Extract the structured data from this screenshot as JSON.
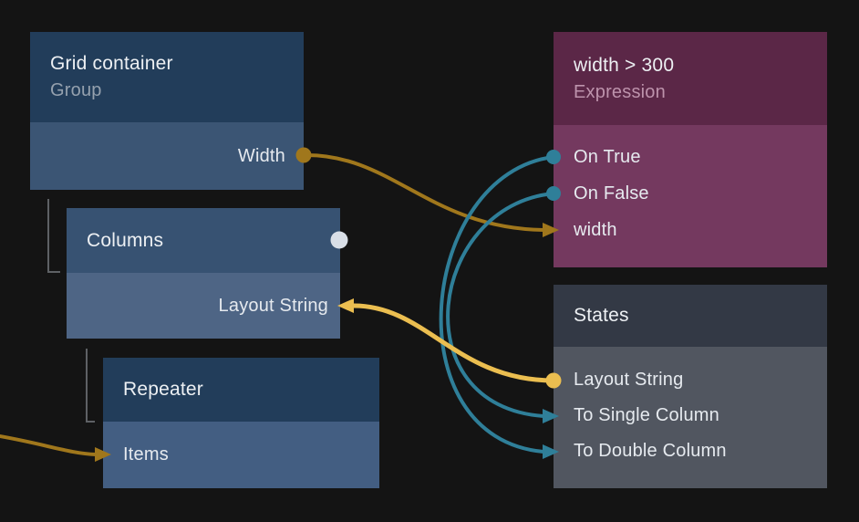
{
  "app": {
    "view": "visual-logic node graph"
  },
  "nodes": {
    "grid_container": {
      "title": "Grid container",
      "subtitle": "Group",
      "ports": [
        {
          "label": "Width",
          "side": "right",
          "connector": "dot",
          "color": "#A0771C"
        }
      ]
    },
    "columns": {
      "title": "Columns",
      "indicator_dot_color": "#D9DFE7",
      "ports": [
        {
          "label": "Layout String",
          "side": "right",
          "connector": "arrow-in",
          "color": "#EBBE50"
        }
      ]
    },
    "repeater": {
      "title": "Repeater",
      "ports": [
        {
          "label": "Items",
          "side": "left",
          "connector": "arrow-in",
          "color": "#A0771C"
        }
      ]
    },
    "expression": {
      "title": "width > 300",
      "subtitle": "Expression",
      "ports": [
        {
          "label": "On True",
          "side": "left",
          "connector": "dot",
          "color": "#2F7F99"
        },
        {
          "label": "On False",
          "side": "left",
          "connector": "dot",
          "color": "#2F7F99"
        },
        {
          "label": "width",
          "side": "left",
          "connector": "arrow-in",
          "color": "#A0771C"
        }
      ]
    },
    "states": {
      "title": "States",
      "ports": [
        {
          "label": "Layout String",
          "side": "left",
          "connector": "dot",
          "color": "#EBBE50"
        },
        {
          "label": "To Single Column",
          "side": "left",
          "connector": "arrow-in",
          "color": "#2F7F99"
        },
        {
          "label": "To Double Column",
          "side": "left",
          "connector": "arrow-in",
          "color": "#2F7F99"
        }
      ]
    }
  },
  "hierarchy": [
    {
      "parent": "Grid container",
      "child": "Columns"
    },
    {
      "parent": "Columns",
      "child": "Repeater"
    }
  ],
  "connections": [
    {
      "from": "Grid container.Width",
      "to": "width > 300.width",
      "color": "#A0771C"
    },
    {
      "from": "width > 300.On True",
      "to": "States.To Double Column",
      "color": "#2F7F99"
    },
    {
      "from": "width > 300.On False",
      "to": "States.To Single Column",
      "color": "#2F7F99"
    },
    {
      "from": "States.Layout String",
      "to": "Columns.Layout String",
      "color": "#EBBE50"
    },
    {
      "from": "offscreen-left",
      "to": "Repeater.Items",
      "color": "#A0771C"
    }
  ],
  "colors": {
    "background": "#141414",
    "node_blue_header": "#223D5A",
    "node_blue_body": "#3B5574",
    "node_columns_header": "#375272",
    "node_columns_body": "#4E6585",
    "node_repeater_body": "#435E82",
    "node_plum_header": "#5B2747",
    "node_plum_body": "#74395F",
    "node_gray_header": "#333945",
    "node_gray_body": "#515660",
    "wire_gold_dark": "#A0771C",
    "wire_yellow": "#EBBE50",
    "wire_teal": "#2F7F99",
    "white_port_dot": "#D9DFE7",
    "tree_line": "#5E6165",
    "title_text": "#EDF0F3",
    "group_subtitle_text": "#95A1AE",
    "expression_subtitle_text": "#BD93AC",
    "port_label_text": "#E6EAEF"
  }
}
